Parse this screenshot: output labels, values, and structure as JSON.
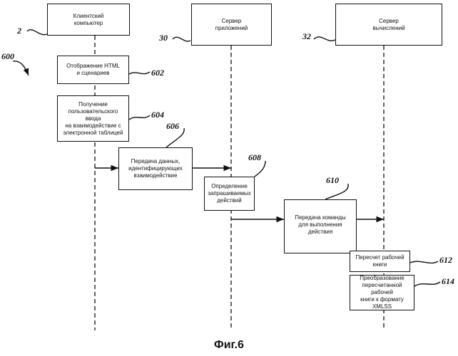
{
  "actors": {
    "client": {
      "label": "Клиентский\nкомпьютер",
      "ref": "2"
    },
    "app": {
      "label": "Сервер\nприложений",
      "ref": "30"
    },
    "compute": {
      "label": "Сервер\nвычислений",
      "ref": "32"
    }
  },
  "diagram_ref": "600",
  "steps": [
    {
      "label": "Отображение HTML\nи сценариев",
      "ref": "602"
    },
    {
      "label": "Получение\nпользовательского ввода\nна взаимодействие с\nэлектронной таблицей",
      "ref": "604"
    },
    {
      "label": "Передача данных,\nидентифицирующих\nвзаимодействие",
      "ref": "606"
    },
    {
      "label": "Определение\nзапрашиваемых\nдействий",
      "ref": "608"
    },
    {
      "label": "Передача команды\nдля выполнения\nдействия",
      "ref": "610"
    },
    {
      "label": "Пересчет рабочей\nкниги",
      "ref": "612"
    },
    {
      "label": "Преобразование\nпересчитанной рабочей\nкниги к формату XMLSS",
      "ref": "614"
    }
  ],
  "caption": "Фиг.6"
}
